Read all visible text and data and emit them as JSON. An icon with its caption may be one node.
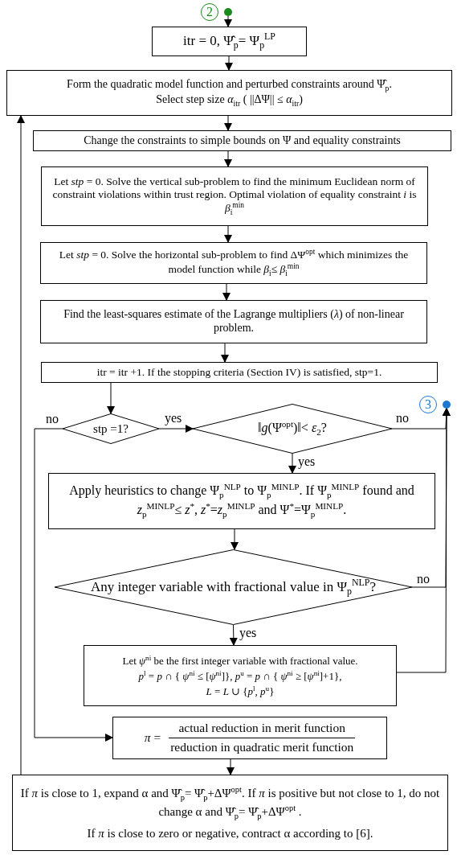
{
  "diagram": {
    "nodes": [
      {
        "text": [
          "2"
        ]
      },
      {
        "text": [
          "itr = 0,  Ψ̂$_{p}$= Ψ$_{p}$$^{LP}$"
        ]
      },
      {
        "text": [
          "Form the quadratic model function and perturbed constraints around Ψ̂$_{p}$.",
          "Select step size *α*$_{itr}$ ( ||ΔΨ|| ≤ *α*$_{itr}$)"
        ]
      },
      {
        "text": [
          "Change the constraints to simple bounds on Ψ and equality constraints"
        ]
      },
      {
        "text": [
          "Let *stp* = 0. Solve the vertical sub-problem to find the minimum Euclidean norm of constraint violations within trust region. Optimal violation of equality constraint *i* is *β*$_{i}$$^{min}$"
        ]
      },
      {
        "text": [
          "Let *stp* = 0. Solve the horizontal sub-problem to find ΔΨ$^{opt}$ which minimizes the model function while *β*$_{i}$≤ *β*$_{i}$$^{min}$"
        ]
      },
      {
        "text": [
          "Find the least-squares estimate of the Lagrange multipliers (*λ*) of non-linear problem."
        ]
      },
      {
        "text": [
          "itr = itr +1. If the stopping criteria (Section IV) is satisfied, stp=1."
        ]
      },
      {
        "text": [
          "stp =1?"
        ]
      },
      {
        "text": [
          "‖*g*(Ψ$^{opt}$)‖< *ε*$_{2}$?"
        ]
      },
      {
        "text": [
          "3"
        ]
      },
      {
        "text": [
          "Apply heuristics to change Ψ$_{p}$$^{NLP}$ to Ψ$_{p}$$^{MINLP}$. If Ψ$_{p}$$^{MINLP}$ found and *z*$_{p}$$^{MINLP}$≤ *z*$^{*}$, *z*$^{*}$=*z*$_{p}$$^{MINLP}$ and Ψ$^{*}$=Ψ$_{p}$$^{MINLP}$."
        ]
      },
      {
        "text": [
          "Any integer variable with fractional value in Ψ$_{p}$$^{NLP}$?"
        ]
      },
      {
        "text": [
          "Let *ψ*$^{ni}$ be the first integer variable with fractional value.",
          "*p*$^{l}$ = *p* ∩ { *ψ*$^{ni}$ ≤ [*ψ*$^{ni}$]}, *p*$^{u}$ = *p* ∩ { *ψ*$^{ni}$ ≥ [*ψ*$^{ni}$]+1},",
          "*L* = *L* ∪ {*p*$^{l}$, *p*$^{u}$}"
        ]
      },
      {
        "text": [
          "*π* =",
          "actual reduction in merit function",
          "reduction in quadratic merit function"
        ]
      },
      {
        "text": [
          "If *π* is close to 1, expand α and Ψ̂$_{p}$= Ψ̂$_{p}$+ΔΨ$^{opt}$. If *π* is positive but not close to 1, do not change α and Ψ̂$_{p}$= Ψ̂$_{p}$+ΔΨ$^{opt}$ .",
          "If *π* is close to zero or negative, contract α according to [6]."
        ]
      }
    ],
    "edges": [
      {
        "from": 0,
        "to": 1,
        "arrow": "to"
      },
      {
        "from": 1,
        "to": 2,
        "arrow": "to"
      },
      {
        "from": 2,
        "to": 3,
        "arrow": "to"
      },
      {
        "from": 3,
        "to": 4,
        "arrow": "to"
      },
      {
        "from": 4,
        "to": 5,
        "arrow": "to"
      },
      {
        "from": 5,
        "to": 6,
        "arrow": "to"
      },
      {
        "from": 6,
        "to": 7,
        "arrow": "to"
      },
      {
        "from": 7,
        "to": 8,
        "arrow": "to"
      },
      {
        "from": 8,
        "to": 9,
        "arrow": "to",
        "label": "yes"
      },
      {
        "from": 8,
        "to": 14,
        "arrow": "to",
        "label": "no"
      },
      {
        "from": 9,
        "to": 10,
        "arrow": "to",
        "label": "no"
      },
      {
        "from": 9,
        "to": 11,
        "arrow": "to",
        "label": "yes"
      },
      {
        "from": 11,
        "to": 12,
        "arrow": "to"
      },
      {
        "from": 12,
        "to": 10,
        "arrow": "to",
        "label": "no"
      },
      {
        "from": 12,
        "to": 13,
        "arrow": "to",
        "label": "yes"
      },
      {
        "from": 13,
        "to": 10,
        "arrow": "to"
      },
      {
        "from": 14,
        "to": 15,
        "arrow": "to"
      },
      {
        "from": 15,
        "to": 2,
        "arrow": "to"
      }
    ]
  }
}
